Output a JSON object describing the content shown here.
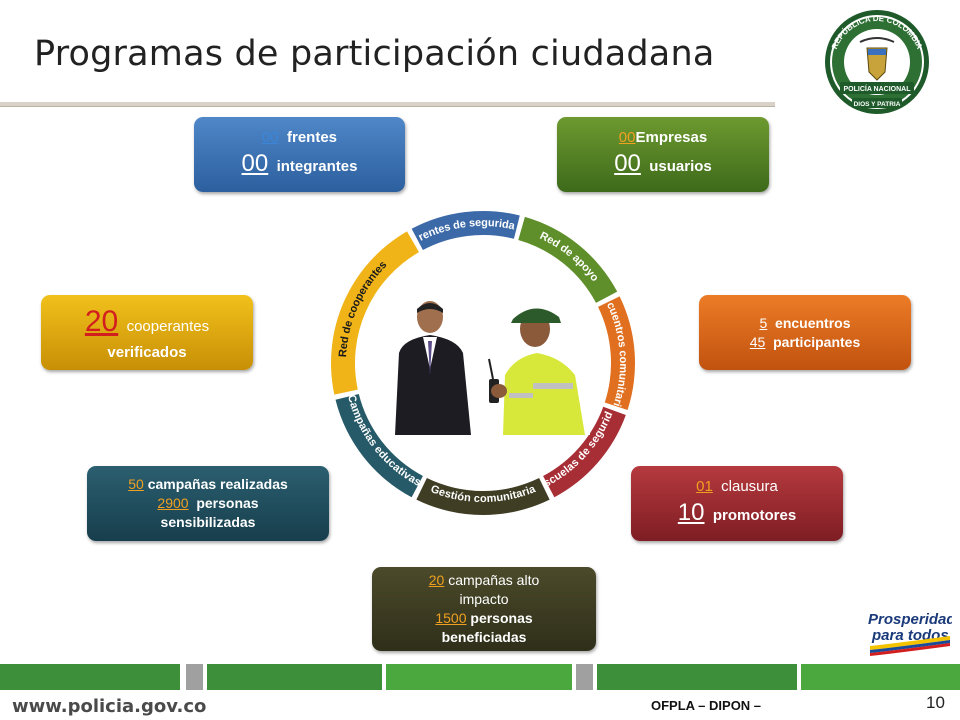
{
  "title": "Programas de participación ciudadana",
  "boxes": {
    "frentes": {
      "n1": "00",
      "t1": "frentes",
      "n2": "00",
      "t2": "integrantes"
    },
    "empresas": {
      "n1": "00",
      "t1": "Empresas",
      "n2": "00",
      "t2": "usuarios"
    },
    "cooperantes": {
      "n1": "20",
      "t1": "cooperantes",
      "t2": "verificados"
    },
    "encuentros": {
      "n1": "5",
      "t1": "encuentros",
      "n2": "45",
      "t2": "participantes"
    },
    "campanas": {
      "n1": "50",
      "t1": "campañas realizadas",
      "n2": "2900",
      "t2": "personas",
      "t3": "sensibilizadas"
    },
    "escuelas": {
      "n1": "01",
      "t1": "clausura",
      "n2": "10",
      "t2": "promotores"
    },
    "gestion": {
      "n1": "20",
      "t1": "campañas alto",
      "t2": "impacto",
      "n2": "1500",
      "t3": "personas",
      "t4": "beneficiadas"
    }
  },
  "ring": {
    "frentes": "Frentes de seguridad",
    "red_apoyo": "Red de apoyo",
    "encuentros": "Encuentros comunitarios",
    "escuelas": "Escuelas de seguridad",
    "gestion": "Gestión comunitaria",
    "campanas": "Campañas educativas",
    "red_coop": "Red de cooperantes"
  },
  "seal_text": {
    "top": "REPÚBLICA DE COLOMBIA",
    "mid": "POLICÍA NACIONAL",
    "bottom": "DIOS Y PATRIA"
  },
  "logo": {
    "line1": "Prosperidad",
    "line2": "para todos"
  },
  "footer": {
    "url": "www.policia.gov.co",
    "org": "OFPLA – DIPON –",
    "page": "10"
  },
  "colors": {
    "accent_green": "#3e8f3a",
    "title_rule": "#d8d2c8"
  }
}
